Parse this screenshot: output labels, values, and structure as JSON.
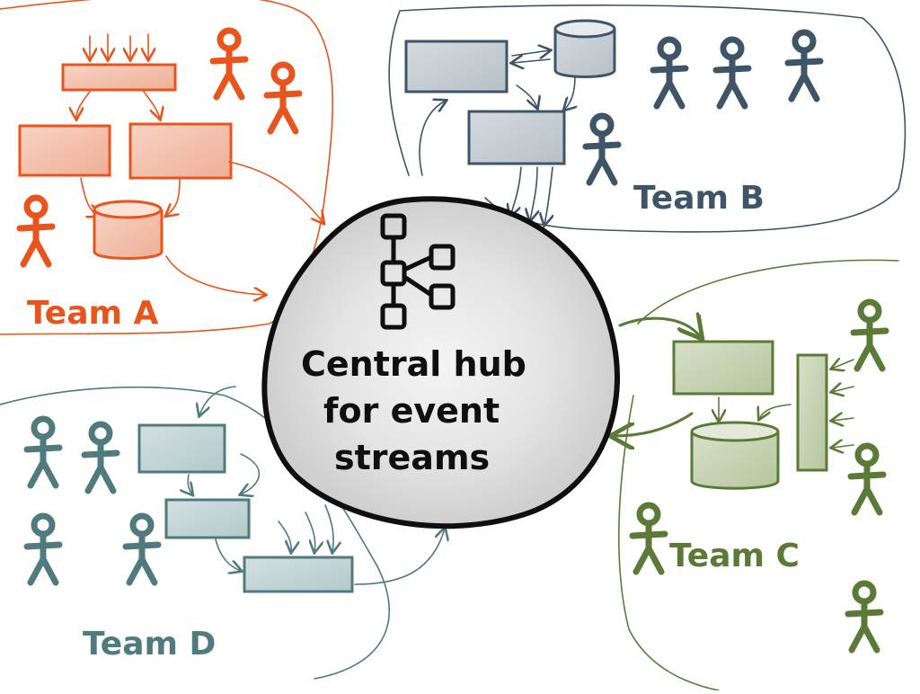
{
  "hub": {
    "lines": [
      "Central hub",
      "for event",
      "streams"
    ]
  },
  "teams": [
    {
      "id": "a",
      "label": "Team A",
      "color": "#e8541c"
    },
    {
      "id": "b",
      "label": "Team B",
      "color": "#3d5566"
    },
    {
      "id": "c",
      "label": "Team C",
      "color": "#5b7a36"
    },
    {
      "id": "d",
      "label": "Team D",
      "color": "#4f7a7e"
    }
  ],
  "icons": {
    "hub": "event-stream-graph-icon",
    "person": "stick-figure-icon",
    "system": "rectangle-box",
    "store": "cylinder-database"
  }
}
